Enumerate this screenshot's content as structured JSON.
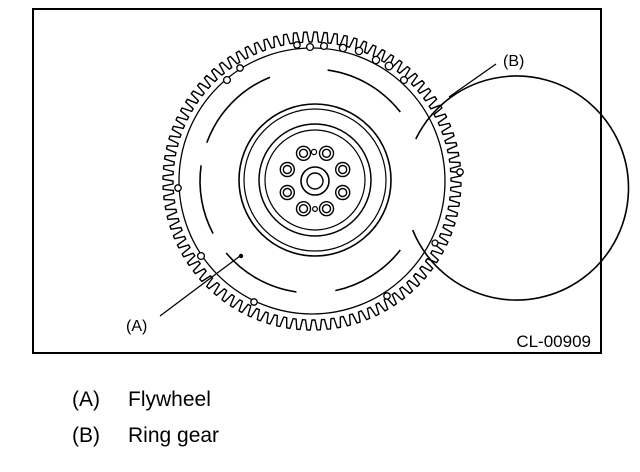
{
  "diagram": {
    "callouts": [
      {
        "key": "(A)",
        "part": "Flywheel"
      },
      {
        "key": "(B)",
        "part": "Ring gear"
      }
    ],
    "figure_code": "CL-00909"
  },
  "legend": [
    {
      "key": "(A)",
      "desc": "Flywheel"
    },
    {
      "key": "(B)",
      "desc": "Ring gear"
    }
  ],
  "colors": {
    "line": "#000000",
    "background": "#ffffff"
  },
  "chart_data": {
    "type": "diagram",
    "components": [
      "Flywheel",
      "Ring gear"
    ]
  }
}
